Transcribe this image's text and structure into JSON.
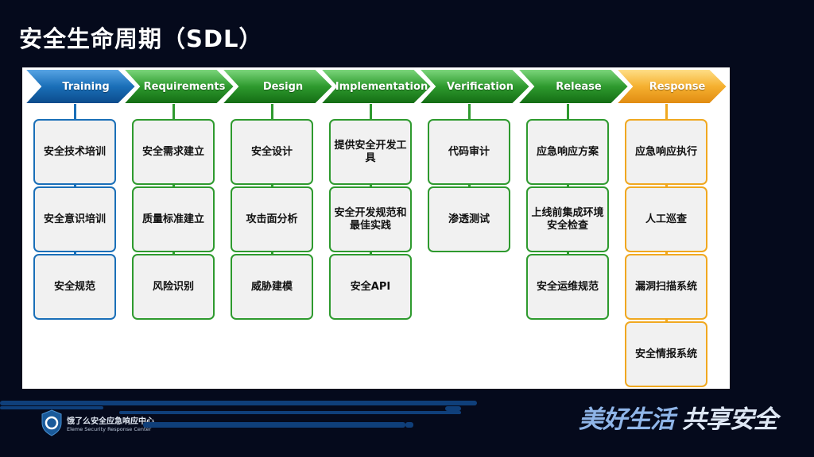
{
  "title": "安全生命周期（SDL）",
  "colors": {
    "training": "#1a6fb8",
    "green": "#2e9a2e",
    "response": "#f0a820"
  },
  "stages": [
    {
      "label": "Training",
      "items": [
        "安全技术培训",
        "安全意识培训",
        "安全规范"
      ]
    },
    {
      "label": "Requirements",
      "items": [
        "安全需求建立",
        "质量标准建立",
        "风险识别"
      ]
    },
    {
      "label": "Design",
      "items": [
        "安全设计",
        "攻击面分析",
        "威胁建模"
      ]
    },
    {
      "label": "Implementation",
      "items": [
        "提供安全开发工具",
        "安全开发规范和最佳实践",
        "安全API"
      ]
    },
    {
      "label": "Verification",
      "items": [
        "代码审计",
        "渗透测试"
      ]
    },
    {
      "label": "Release",
      "items": [
        "应急响应方案",
        "上线前集成环境安全检查",
        "安全运维规范"
      ]
    },
    {
      "label": "Response",
      "items": [
        "应急响应执行",
        "人工巡查",
        "漏洞扫描系统",
        "安全情报系统"
      ]
    }
  ],
  "footer": {
    "logo_cn": "饿了么安全应急响应中心",
    "logo_en": "Eleme Security Response Center",
    "slogan_a": "美好生活",
    "slogan_b": "共享安全"
  }
}
